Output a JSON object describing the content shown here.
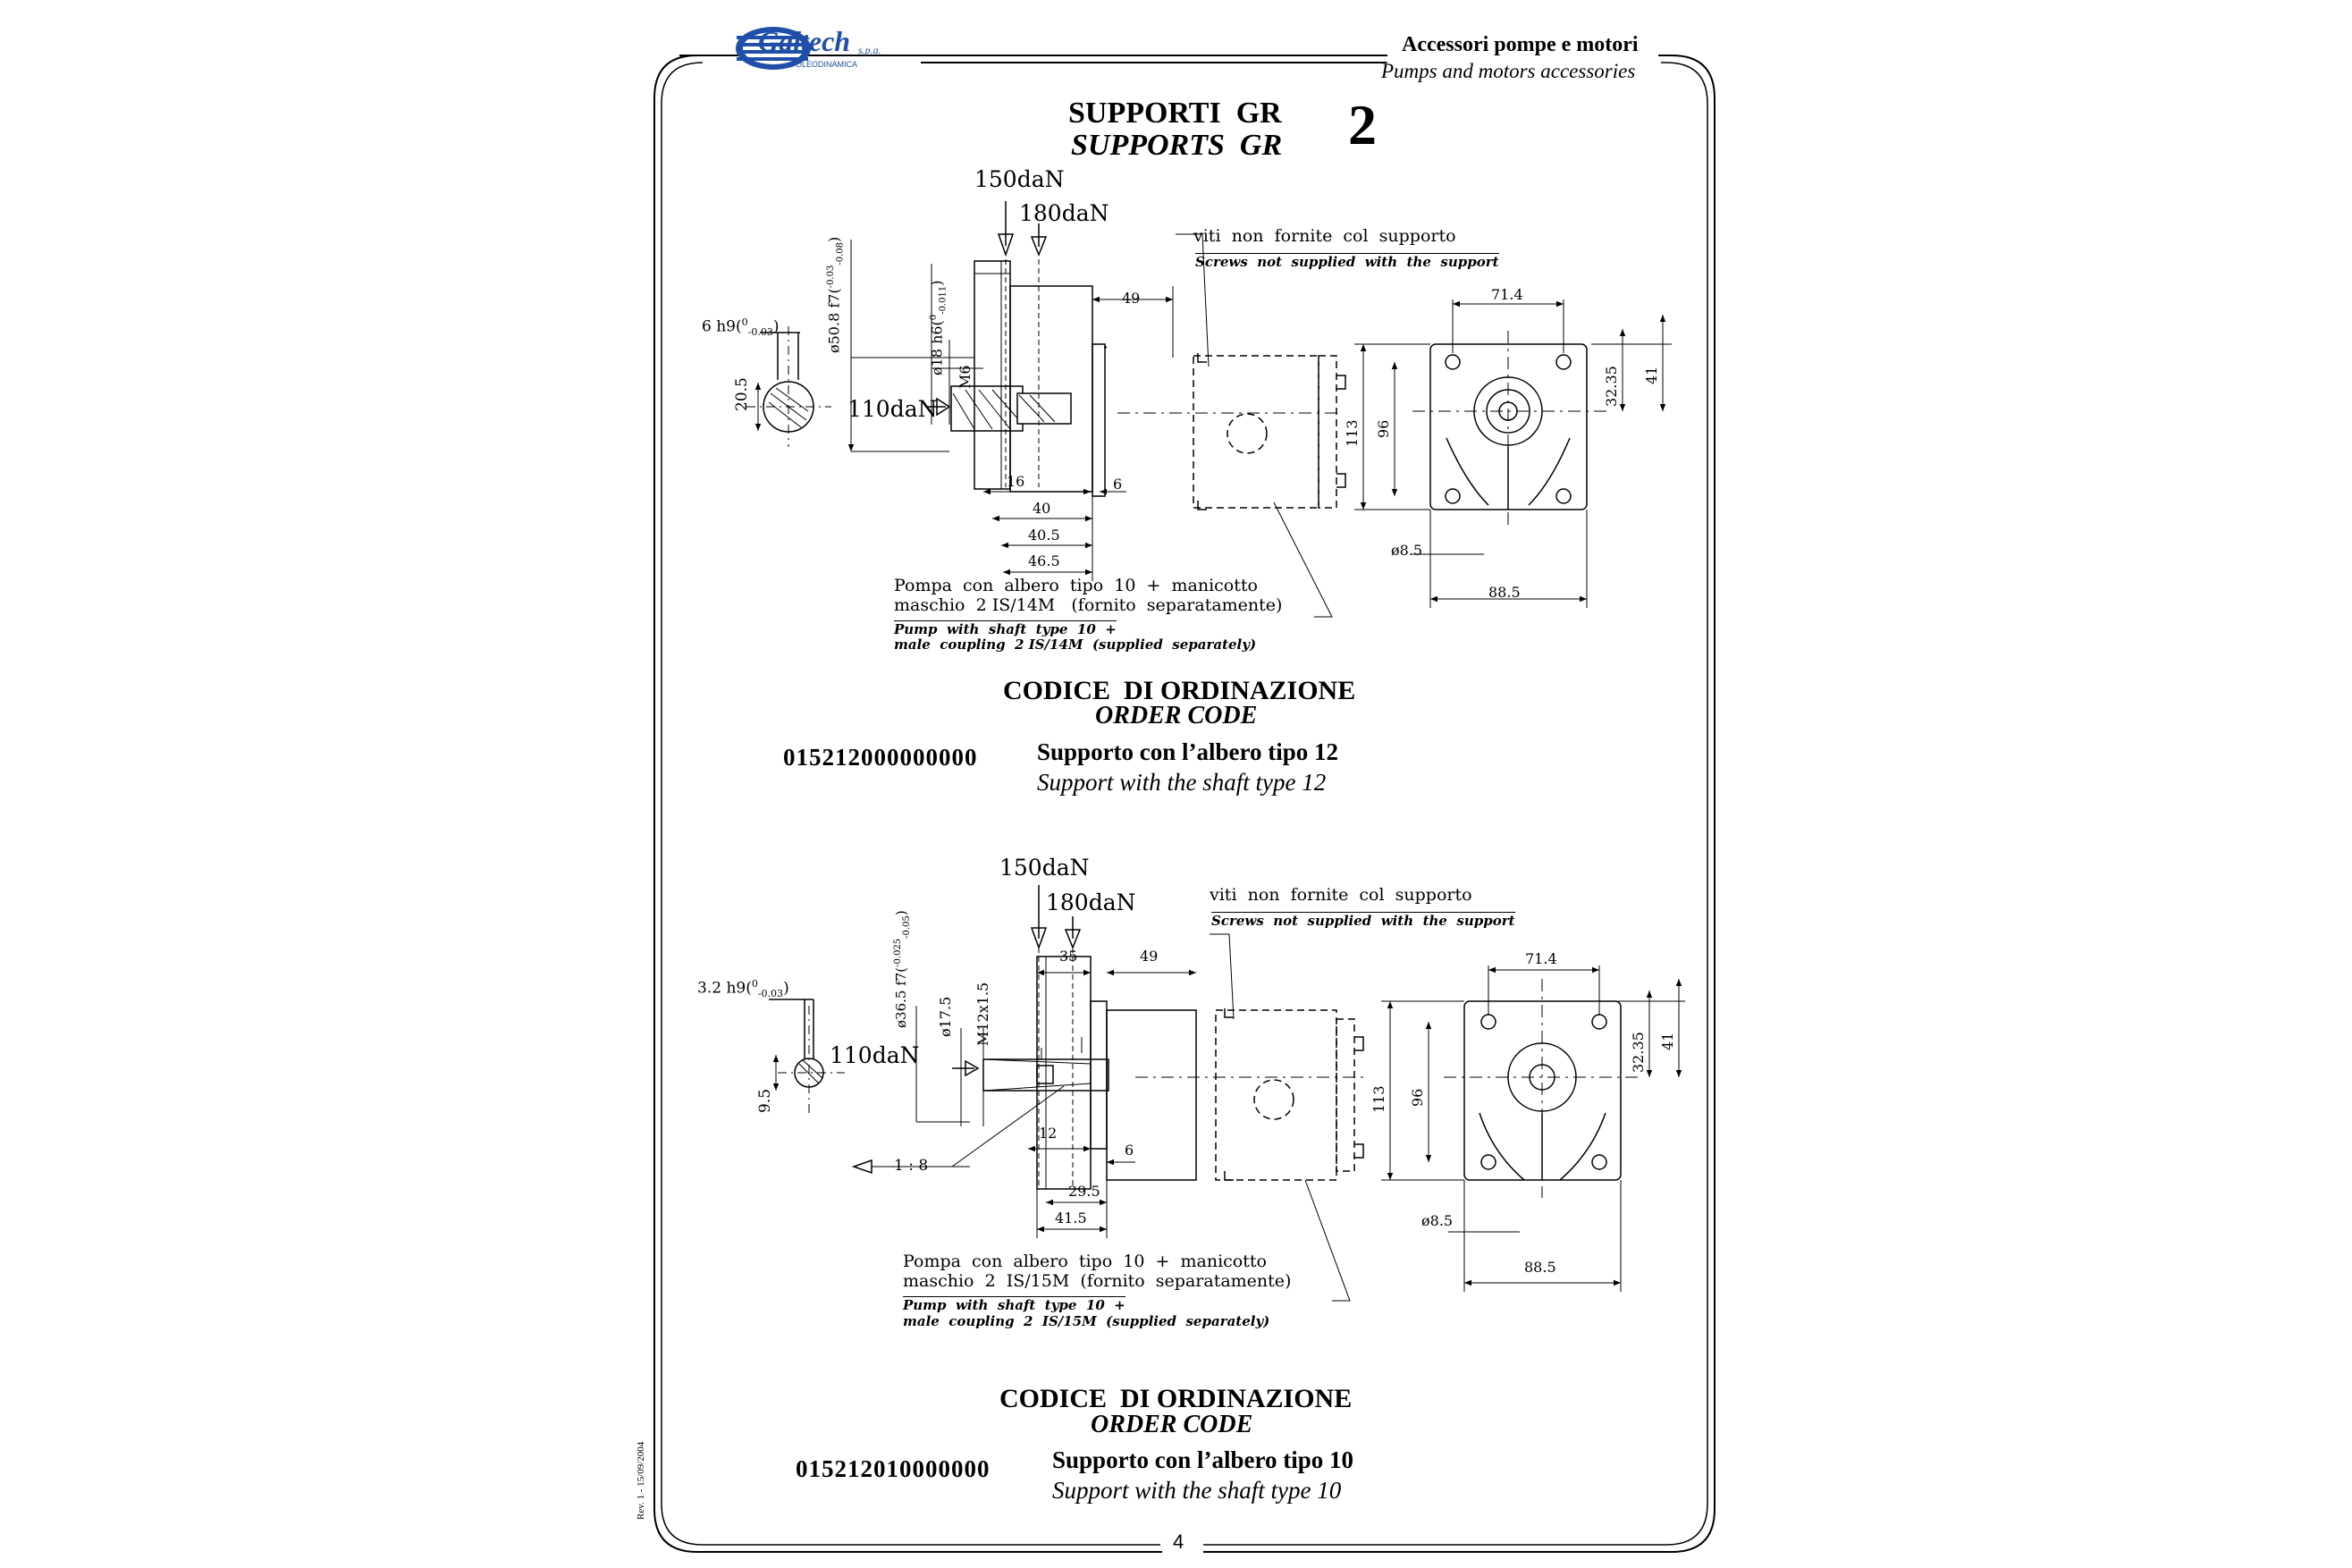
{
  "header": {
    "logo_text": "Galtech",
    "logo_suffix": "s.p.a.",
    "logo_sub": "OLEODINAMICA",
    "title_it": "Accessori pompe e motori",
    "title_en": "Pumps and motors accessories"
  },
  "page": {
    "heading_it": "SUPPORTI  GR",
    "heading_en": "SUPPORTS  GR",
    "group_number": "2",
    "page_number": "4",
    "revision": "Rev. 1 - 15/09/2004"
  },
  "drawing1": {
    "loads": [
      "150daN",
      "180daN",
      "110daN"
    ],
    "dims": {
      "key": "6  h9(",
      "key_tol": "0",
      "key_tol2": "-0.03",
      "d20": "20.5",
      "spigot": "ø50.8  f7(",
      "spigot_tol": "-0.03",
      "spigot_tol2": "-0.08",
      "shaft": "ø18  h6(",
      "shaft_tol": "0",
      "shaft_tol2": "-0.011",
      "thread": "M6",
      "d49": "49",
      "d16": "16",
      "d6": "6",
      "d40": "40",
      "d405": "40.5",
      "d465": "46.5",
      "d714": "71.4",
      "d3235": "32.35",
      "d41": "41",
      "d113": "113",
      "d96": "96",
      "d85": "ø8.5",
      "d885": "88.5"
    },
    "screws_it": "viti  non  fornite  col  supporto",
    "screws_en": "Screws  not  supplied  with  the  support",
    "pump_it_1": "Pompa  con  albero  tipo  10  +  manicotto",
    "pump_it_2": "maschio  2 IS/14M   (fornito  separatamente)",
    "pump_en_1": "Pump  with  shaft  type  10  +",
    "pump_en_2": "male  coupling  2 IS/14M  (supplied  separately)"
  },
  "order1": {
    "title_it": "CODICE  DI ORDINAZIONE",
    "title_en": "ORDER CODE",
    "code": "015212000000000",
    "desc_it": "Supporto con l’albero tipo 12",
    "desc_en": "Support with the shaft type 12"
  },
  "drawing2": {
    "loads": [
      "150daN",
      "180daN",
      "110daN"
    ],
    "dims": {
      "key": "3.2  h9(",
      "key_tol": "0",
      "key_tol2": "-0.03",
      "d95": "9.5",
      "spigot": "ø36.5  f7(",
      "spigot_tol": "-0.025",
      "spigot_tol2": "-0.05",
      "shaft": "ø17.5",
      "thread": "M12x1.5",
      "d35": "35",
      "d49": "49",
      "d12": "12",
      "d6": "6",
      "taper": "1 : 8",
      "d295": "29.5",
      "d415": "41.5",
      "d714": "71.4",
      "d3235": "32.35",
      "d41": "41",
      "d113": "113",
      "d96": "96",
      "d85": "ø8.5",
      "d885": "88.5"
    },
    "screws_it": "viti  non  fornite  col  supporto",
    "screws_en": "Screws  not  supplied  with  the  support",
    "pump_it_1": "Pompa  con  albero  tipo  10  +  manicotto",
    "pump_it_2": "maschio  2  IS/15M  (fornito  separatamente)",
    "pump_en_1": "Pump  with  shaft  type  10  +",
    "pump_en_2": "male  coupling  2  IS/15M  (supplied  separately)"
  },
  "order2": {
    "title_it": "CODICE  DI ORDINAZIONE",
    "title_en": "ORDER CODE",
    "code": "015212010000000",
    "desc_it": "Supporto con l’albero tipo 10",
    "desc_en": "Support with the shaft type 10"
  },
  "colors": {
    "logo_blue": "#1f4fa8",
    "line": "#000000"
  }
}
